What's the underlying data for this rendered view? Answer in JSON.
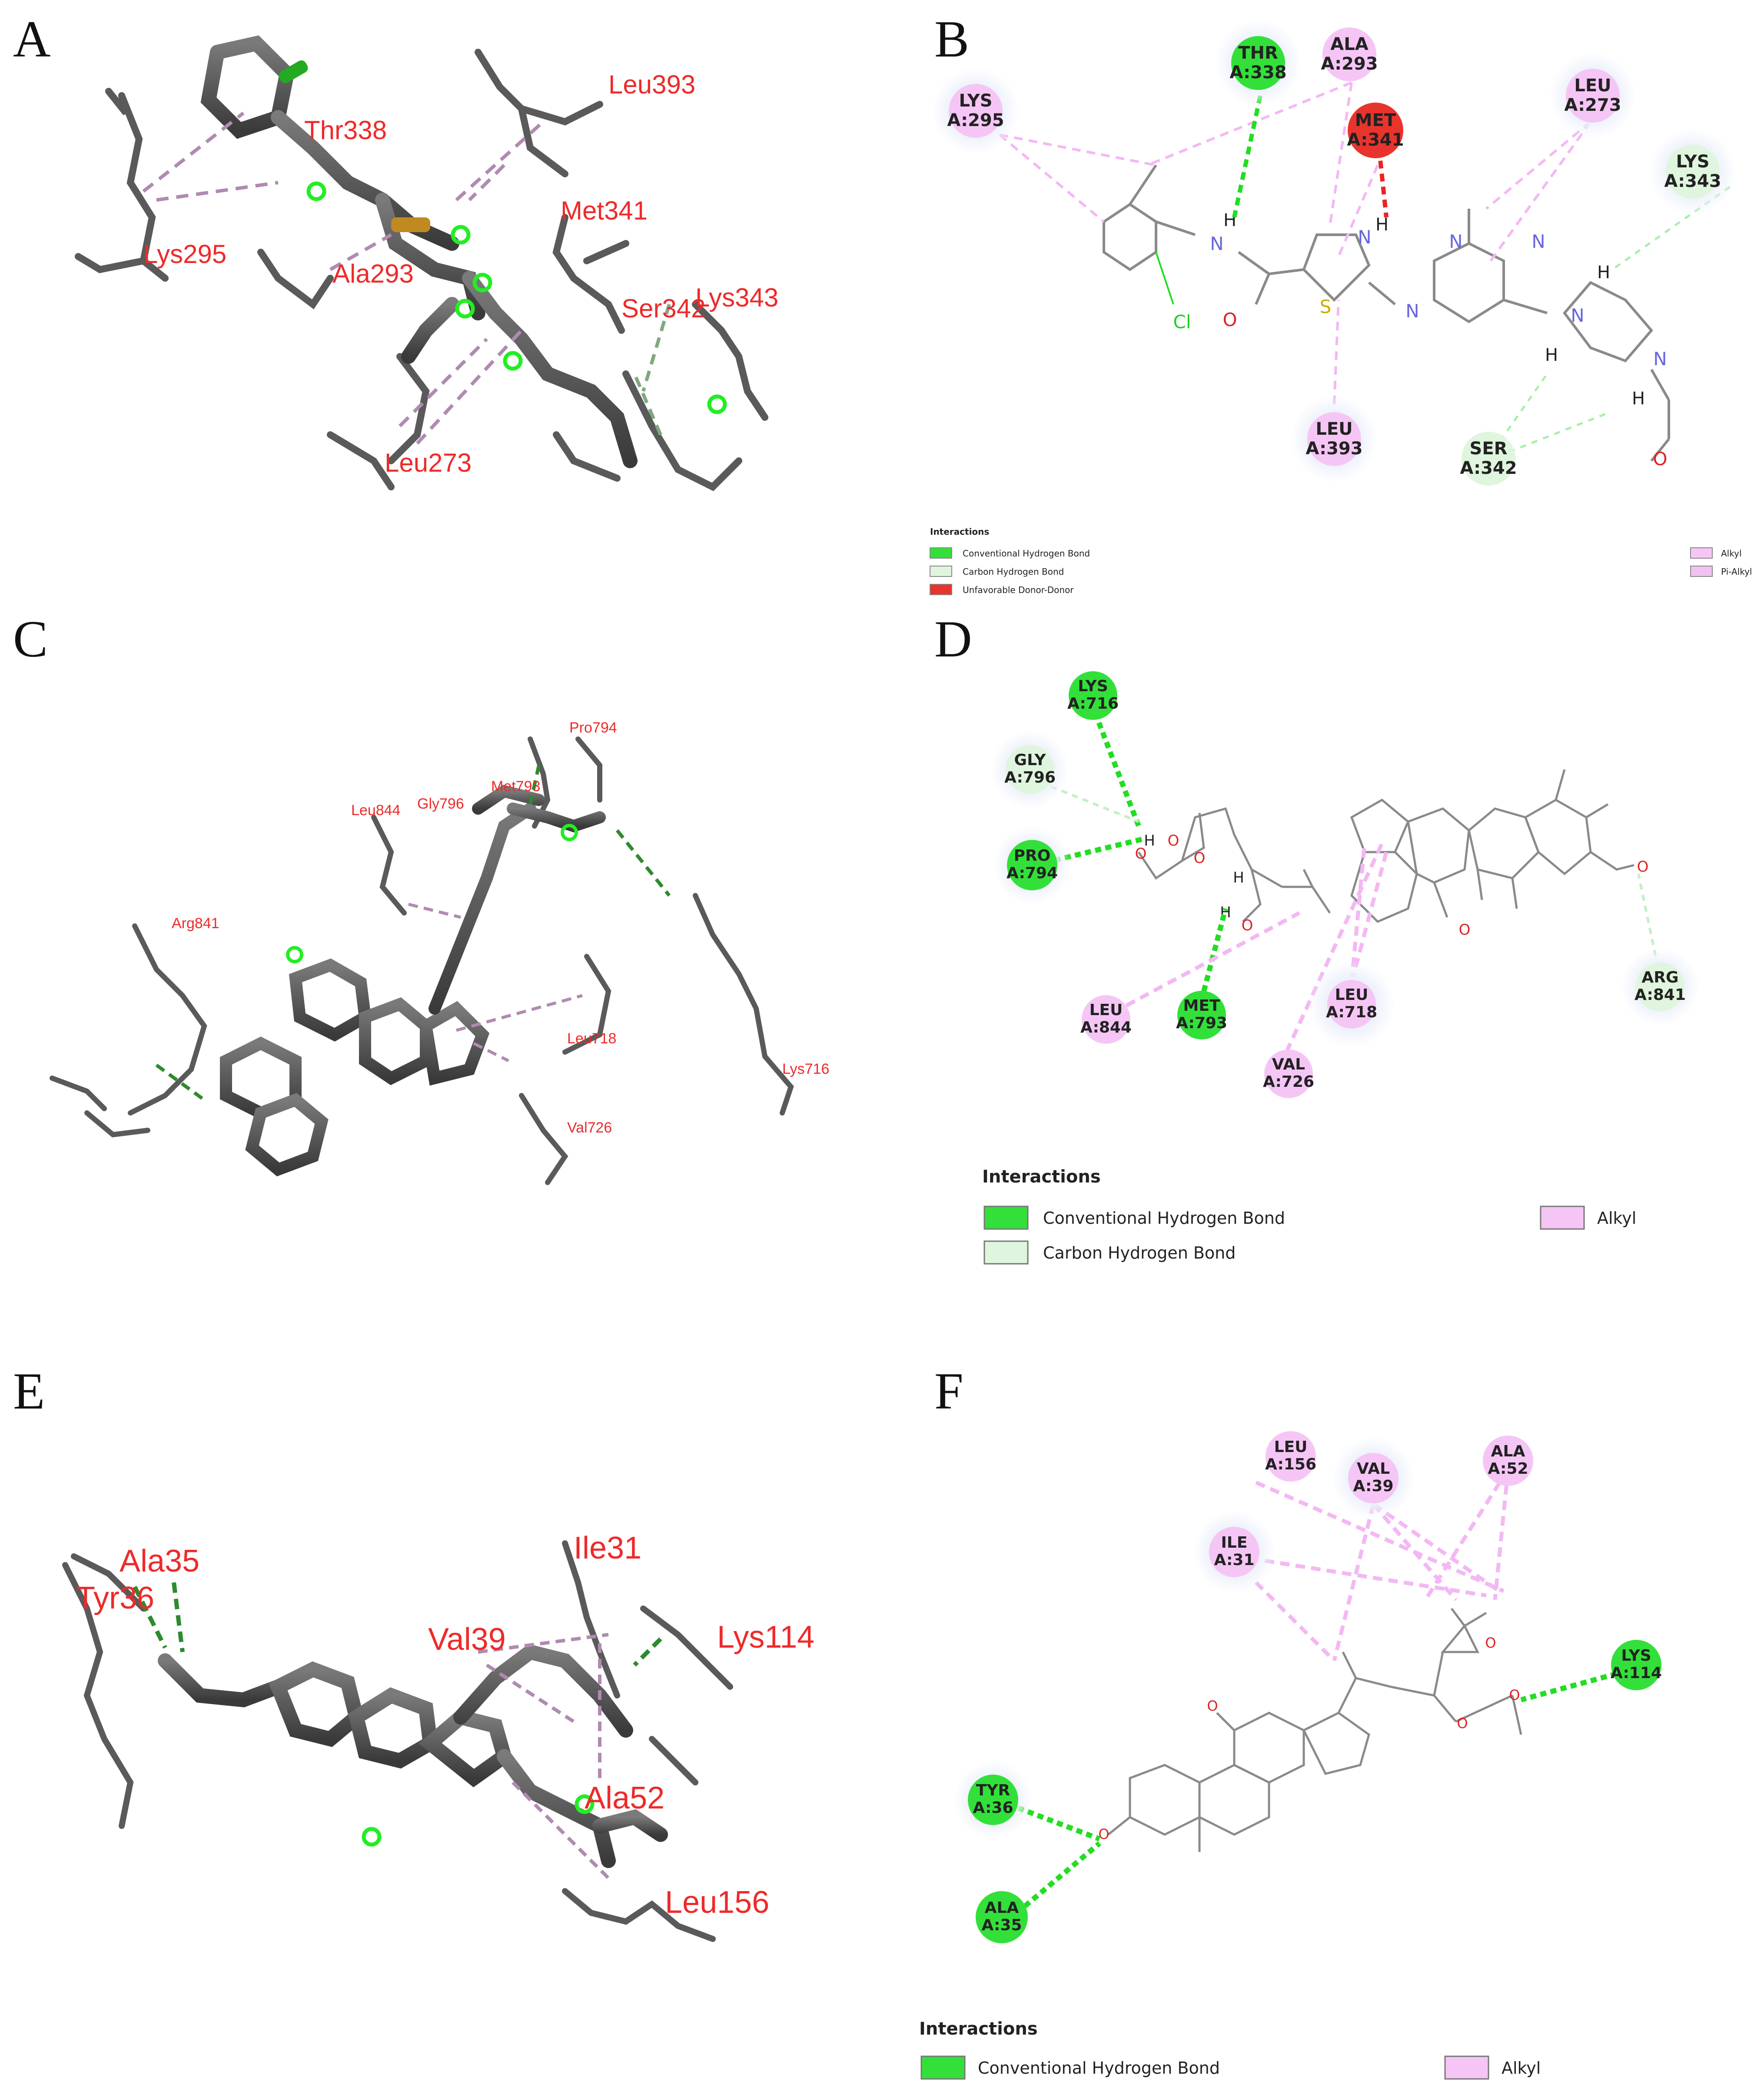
{
  "panels": {
    "A": {
      "letter": "A",
      "labels": [
        "Thr338",
        "Leu393",
        "Met341",
        "Lys295",
        "Ala293",
        "Ser342",
        "Lys343",
        "Leu273"
      ]
    },
    "B": {
      "letter": "B",
      "residues": [
        {
          "name": "LYS",
          "id": "A:295",
          "type": "alkyl"
        },
        {
          "name": "THR",
          "id": "A:338",
          "type": "conventional"
        },
        {
          "name": "ALA",
          "id": "A:293",
          "type": "alkyl"
        },
        {
          "name": "MET",
          "id": "A:341",
          "type": "unfavorable"
        },
        {
          "name": "LEU",
          "id": "A:273",
          "type": "alkyl"
        },
        {
          "name": "LYS",
          "id": "A:343",
          "type": "carbon"
        },
        {
          "name": "LEU",
          "id": "A:393",
          "type": "alkyl"
        },
        {
          "name": "SER",
          "id": "A:342",
          "type": "carbon"
        }
      ],
      "atoms": {
        "cl": "Cl",
        "n": "N",
        "s": "S",
        "o": "O",
        "h": "H"
      },
      "legend": {
        "title": "Interactions",
        "items": [
          "Conventional Hydrogen Bond",
          "Carbon Hydrogen Bond",
          "Unfavorable Donor-Donor",
          "Alkyl",
          "Pi-Alkyl"
        ]
      }
    },
    "C": {
      "letter": "C",
      "labels": [
        "Pro794",
        "Leu844",
        "Gly796",
        "Met793",
        "Arg841",
        "Leu718",
        "Lys716",
        "Val726"
      ]
    },
    "D": {
      "letter": "D",
      "residues": [
        {
          "name": "LYS",
          "id": "A:716",
          "type": "conventional"
        },
        {
          "name": "GLY",
          "id": "A:796",
          "type": "carbon"
        },
        {
          "name": "PRO",
          "id": "A:794",
          "type": "conventional"
        },
        {
          "name": "LEU",
          "id": "A:844",
          "type": "alkyl"
        },
        {
          "name": "MET",
          "id": "A:793",
          "type": "conventional"
        },
        {
          "name": "LEU",
          "id": "A:718",
          "type": "alkyl"
        },
        {
          "name": "VAL",
          "id": "A:726",
          "type": "alkyl"
        },
        {
          "name": "ARG",
          "id": "A:841",
          "type": "carbon"
        }
      ],
      "atoms": {
        "o": "O",
        "h": "H"
      },
      "legend": {
        "title": "Interactions",
        "items": [
          "Conventional Hydrogen Bond",
          "Carbon Hydrogen Bond",
          "Alkyl"
        ]
      }
    },
    "E": {
      "letter": "E",
      "labels": [
        "Ala35",
        "Tyr36",
        "Ile31",
        "Val39",
        "Lys114",
        "Ala52",
        "Leu156"
      ]
    },
    "F": {
      "letter": "F",
      "residues": [
        {
          "name": "LEU",
          "id": "A:156",
          "type": "alkyl"
        },
        {
          "name": "VAL",
          "id": "A:39",
          "type": "alkyl"
        },
        {
          "name": "ALA",
          "id": "A:52",
          "type": "alkyl"
        },
        {
          "name": "ILE",
          "id": "A:31",
          "type": "alkyl"
        },
        {
          "name": "LYS",
          "id": "A:114",
          "type": "conventional"
        },
        {
          "name": "TYR",
          "id": "A:36",
          "type": "conventional"
        },
        {
          "name": "ALA",
          "id": "A:35",
          "type": "conventional"
        }
      ],
      "atoms": {
        "o": "O"
      },
      "legend": {
        "title": "Interactions",
        "items": [
          "Conventional Hydrogen Bond",
          "Alkyl"
        ]
      }
    }
  },
  "colors": {
    "conventional": "#33e03a",
    "carbon": "#dff5dd",
    "unfavorable": "#e8342d",
    "alkyl": "#f5c6f5",
    "pi_alkyl": "#f1c2f1",
    "label3d": "#ee2a2a",
    "stick": "#4a4a4a"
  }
}
